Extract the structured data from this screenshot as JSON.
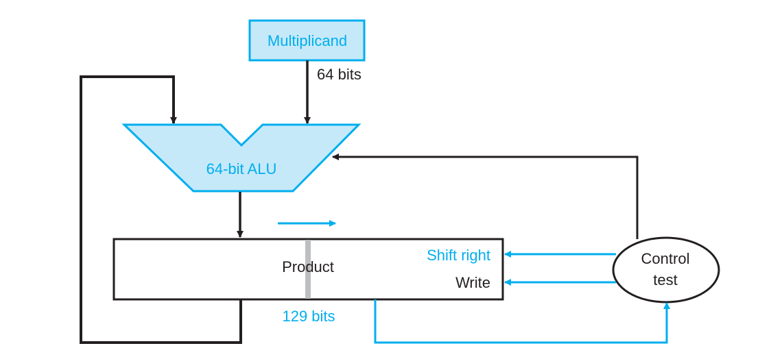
{
  "colors": {
    "accent": "#00aeef",
    "accent_fill": "#c6e9f9",
    "line": "#231f20",
    "divider": "#bcbec0"
  },
  "multiplicand": {
    "label": "Multiplicand",
    "width_label": "64 bits"
  },
  "alu": {
    "label": "64-bit ALU"
  },
  "product": {
    "label": "Product",
    "width_label": "129 bits",
    "inputs": {
      "shift_right": "Shift right",
      "write": "Write"
    }
  },
  "control": {
    "line1": "Control",
    "line2": "test"
  }
}
